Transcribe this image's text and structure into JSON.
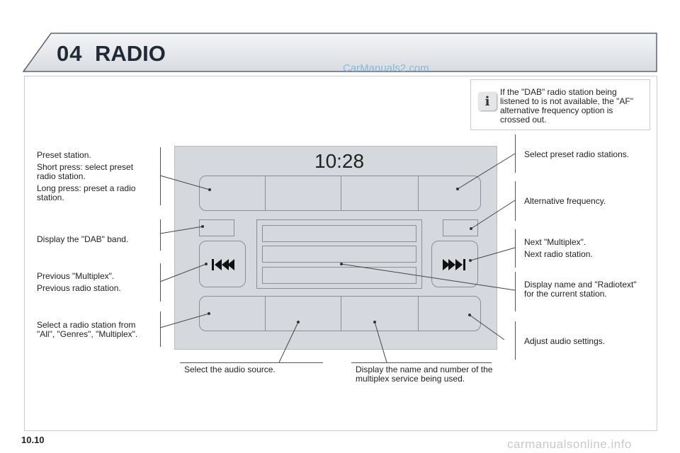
{
  "header": {
    "chapter_number": "04",
    "title": "RADIO",
    "watermark": "CarManuals2.com"
  },
  "info": {
    "text": "If the \"DAB\" radio station being listened to is not available, the \"AF\" alternative frequency option is crossed out.",
    "icon": "info-icon"
  },
  "radio": {
    "clock": "10:28"
  },
  "left_callouts": {
    "preset": {
      "line1": "Preset station.",
      "line2": "Short press: select preset radio station.",
      "line3": "Long press: preset a radio station."
    },
    "dab": "Display the \"DAB\" band.",
    "previous": {
      "line1": "Previous \"Multiplex\".",
      "line2": "Previous radio station."
    },
    "select_station": "Select a radio station from \"All\", \"Genres\", \"Multiplex\"."
  },
  "right_callouts": {
    "select_preset": "Select preset radio stations.",
    "alt_freq": "Alternative frequency.",
    "next": {
      "line1": "Next \"Multiplex\".",
      "line2": "Next radio station."
    },
    "display_name": "Display name and \"Radiotext\" for the current station.",
    "audio_settings": "Adjust audio settings."
  },
  "bottom_callouts": {
    "audio_source": "Select the audio source.",
    "multiplex_display": "Display the name and number of the multiplex service being used."
  },
  "footer": {
    "page_number": "10.10",
    "watermark": "carmanualsonline.info"
  }
}
